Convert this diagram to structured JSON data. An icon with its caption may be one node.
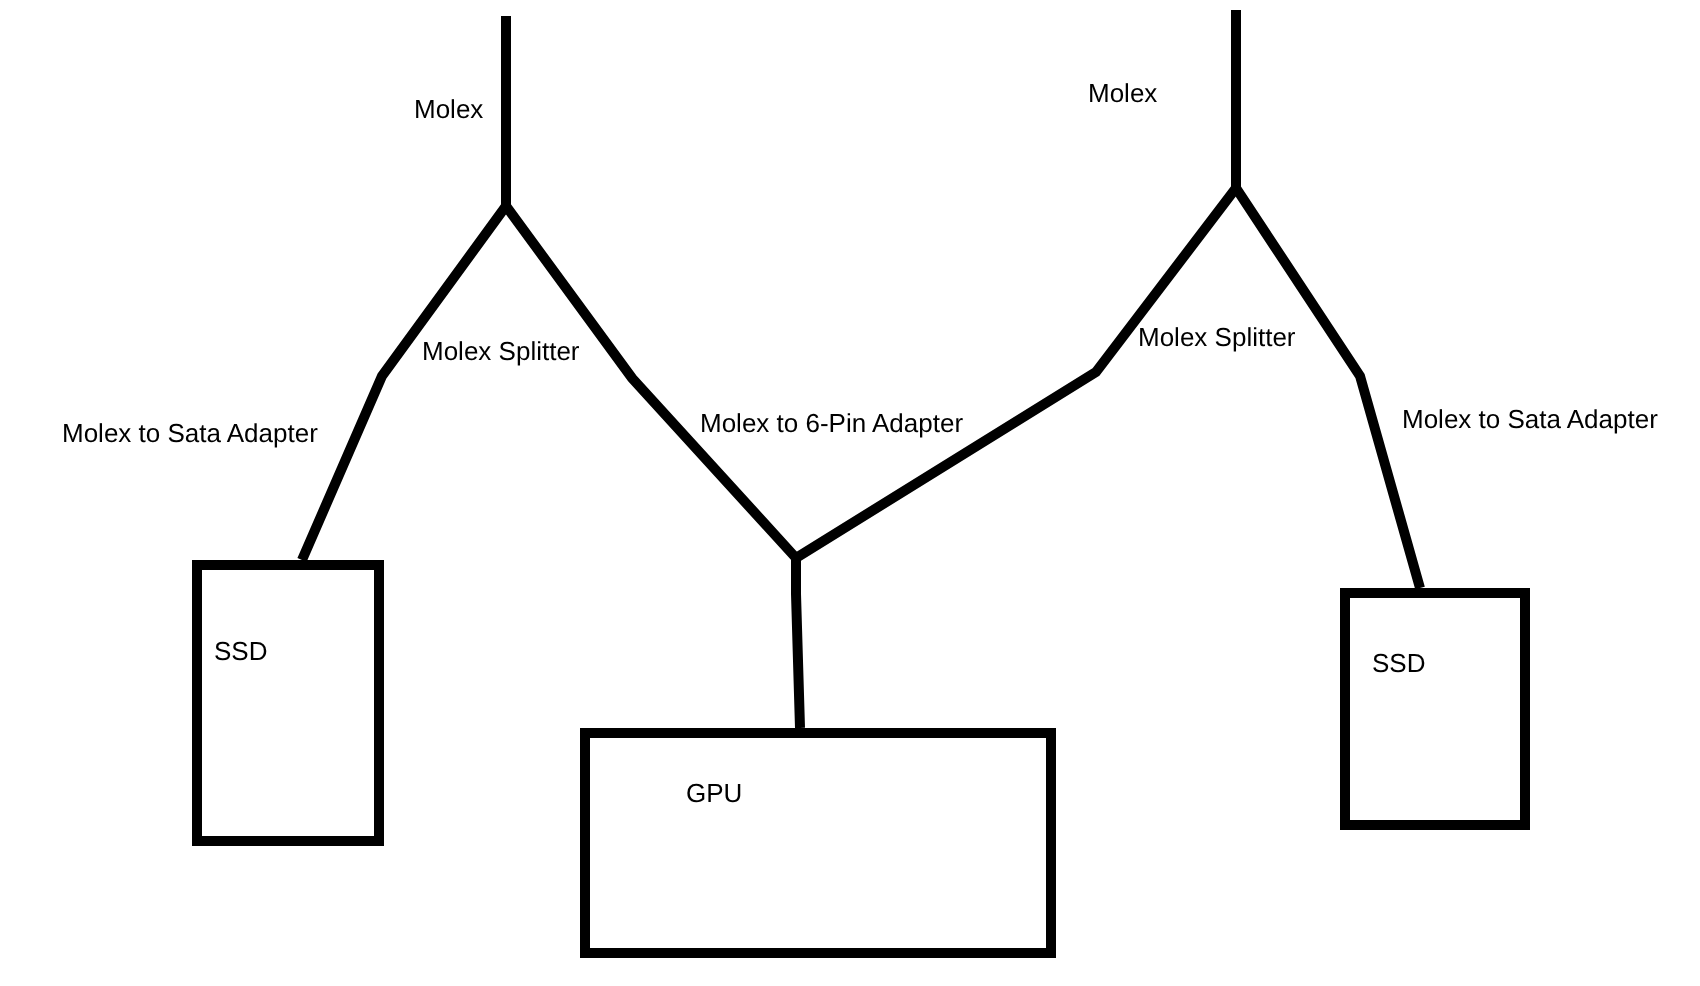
{
  "diagram": {
    "nodes": [
      {
        "text": [
          "SSD"
        ]
      },
      {
        "text": [
          "GPU"
        ]
      },
      {
        "text": [
          "SSD"
        ]
      }
    ],
    "edges": [
      {
        "from": null,
        "to": 0,
        "arrow": "none"
      },
      {
        "from": null,
        "to": 1,
        "arrow": "none"
      },
      {
        "from": null,
        "to": 1,
        "arrow": "none"
      },
      {
        "from": null,
        "to": 2,
        "arrow": "none"
      }
    ],
    "labels": [
      "Molex",
      "Molex",
      "Molex Splitter",
      "Molex Splitter",
      "Molex to Sata Adapter",
      "Molex to 6-Pin Adapter",
      "Molex to Sata Adapter"
    ]
  }
}
